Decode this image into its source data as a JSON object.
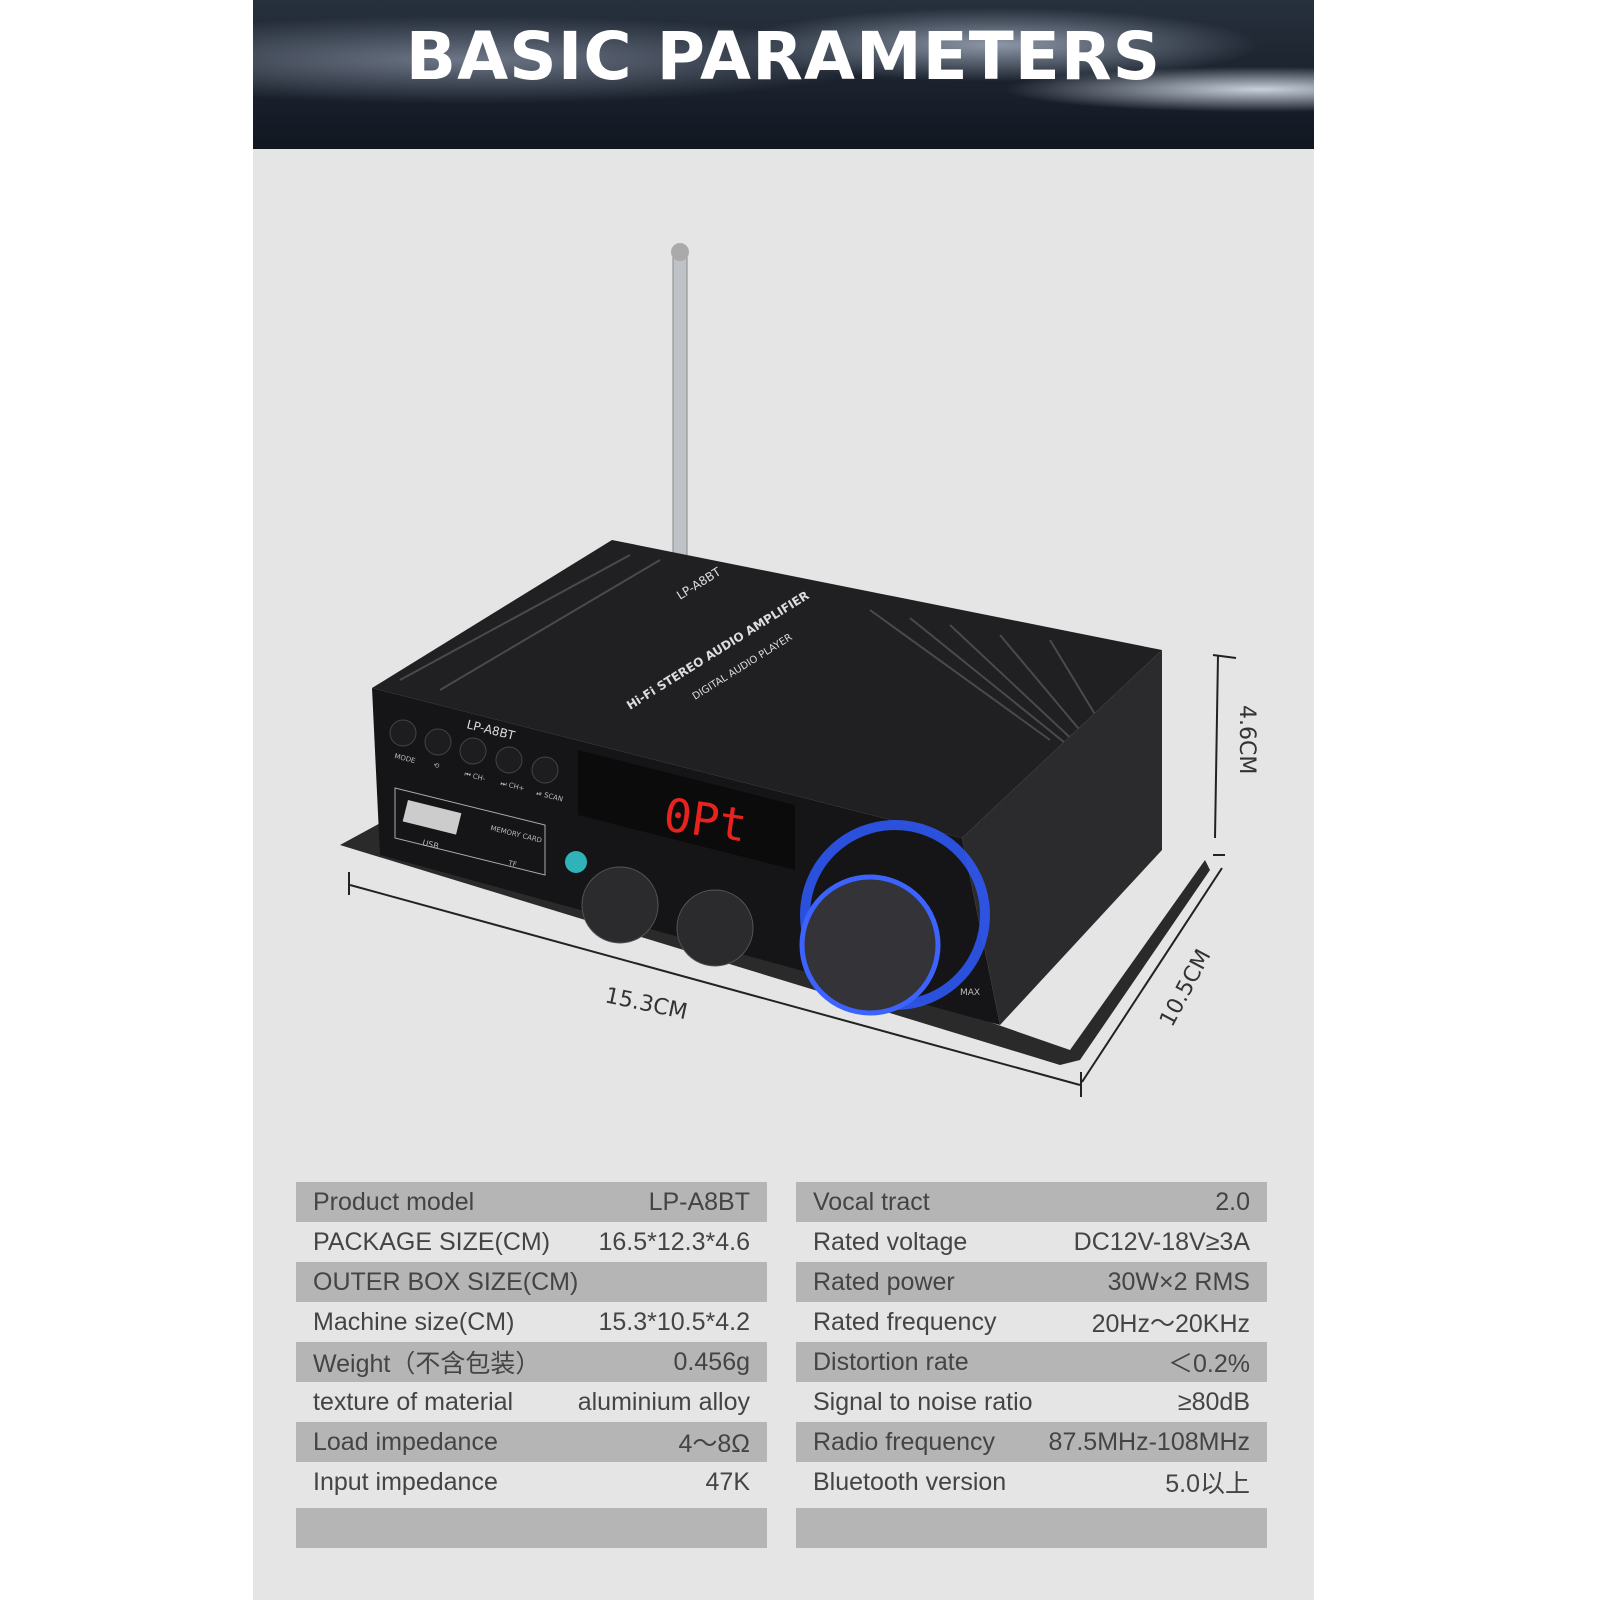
{
  "banner": {
    "title": "BASIC PARAMETERS"
  },
  "product": {
    "model_label": "LP-A8BT",
    "top_model": "LP-A8BT",
    "top_line1": "Hi-Fi STEREO AUDIO AMPLIFIER",
    "top_line2": "DIGITAL AUDIO PLAYER",
    "display": "0Pt",
    "buttons": [
      "MODE",
      "⟲",
      "⏮ CH-",
      "⏭ CH+",
      "⏯ SCAN"
    ],
    "usb_label": "USB",
    "memory_label": "MEMORY CARD",
    "tf_label": "TF",
    "volume_max": "MAX",
    "dimensions": {
      "width": "15.3CM",
      "depth": "10.5CM",
      "height": "4.6CM"
    }
  },
  "left_table": [
    {
      "label": "Product model",
      "value": "LP-A8BT"
    },
    {
      "label": "PACKAGE SIZE(CM)",
      "value": "16.5*12.3*4.6"
    },
    {
      "label": "OUTER BOX SIZE(CM)",
      "value": ""
    },
    {
      "label": "Machine size(CM)",
      "value": "15.3*10.5*4.2"
    },
    {
      "label": "Weight（不含包装）",
      "value": "0.456g"
    },
    {
      "label": "texture of material",
      "value": "aluminium alloy"
    },
    {
      "label": "Load impedance",
      "value": "4～8Ω"
    },
    {
      "label": "Input impedance",
      "value": "47K"
    }
  ],
  "right_table": [
    {
      "label": "Vocal tract",
      "value": "2.0"
    },
    {
      "label": "Rated voltage",
      "value": "DC12V-18V≥3A"
    },
    {
      "label": "Rated power",
      "value": "30W×2 RMS"
    },
    {
      "label": "Rated frequency",
      "value": "20Hz～20KHz"
    },
    {
      "label": "Distortion rate",
      "value": "＜0.2%"
    },
    {
      "label": "Signal to noise ratio",
      "value": "≥80dB"
    },
    {
      "label": "Radio frequency",
      "value": "87.5MHz-108MHz"
    },
    {
      "label": "Bluetooth version",
      "value": "5.0以上"
    }
  ],
  "colors": {
    "panel": "#e5e5e5",
    "stripe": "#b5b5b5",
    "display_red": "#e8231e",
    "ring_blue": "#2f5bff"
  }
}
